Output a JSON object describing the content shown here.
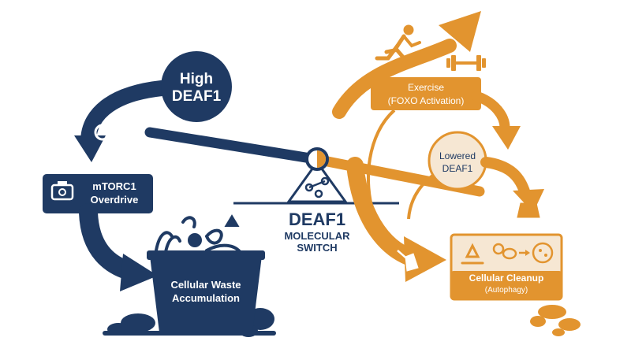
{
  "colors": {
    "navy": "#1f3a63",
    "orange": "#e2942f",
    "orange_light": "#f6e7d3",
    "white": "#ffffff"
  },
  "high_node": {
    "line1": "High",
    "line2": "DEAF1"
  },
  "mtorc": {
    "line1": "mTORC1",
    "line2": "Overdrive",
    "icon": "engine-icon"
  },
  "waste": {
    "line1": "Cellular Waste",
    "line2": "Accumulation",
    "icon": "trash-bin-icon"
  },
  "switch": {
    "title": "DEAF1",
    "line2": "MOLECULAR",
    "line3": "SWITCH",
    "icon": "seesaw-icon"
  },
  "exercise": {
    "line1": "Exercise",
    "line2": "(FOXO Activation)",
    "icons": [
      "running-person-icon",
      "dumbbell-icon"
    ]
  },
  "lowered_node": {
    "line1": "Lowered",
    "line2": "DEAF1"
  },
  "cleanup": {
    "line1": "Cellular Cleanup",
    "line2": "(Autophagy)",
    "icons": [
      "recycle-icon",
      "cell-icon",
      "broom-icon"
    ]
  }
}
